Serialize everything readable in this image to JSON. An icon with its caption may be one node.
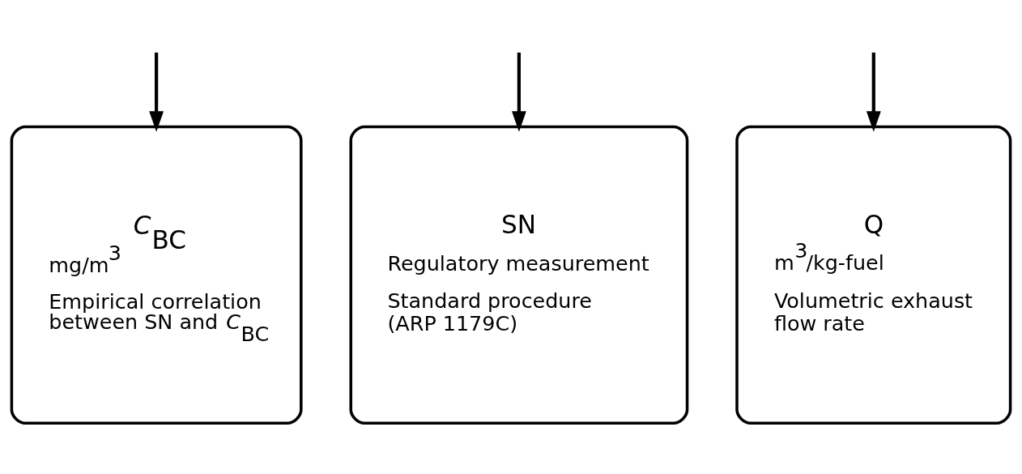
{
  "diagram": {
    "nodes": [
      {
        "text": [
          "*C*$_{BC}$",
          "mg/m$^{3}$",
          "Empirical correlation between SN and *C*$_{BC}$"
        ]
      },
      {
        "text": [
          "SN",
          "Regulatory measurement",
          "Standard procedure (ARP 1179C)"
        ]
      },
      {
        "text": [
          "Q",
          "m$^{3}$/kg-fuel",
          "Volumetric exhaust flow rate"
        ]
      }
    ],
    "edges": [
      {
        "from": null,
        "to": 0,
        "arrow": "to"
      },
      {
        "from": null,
        "to": 1,
        "arrow": "to"
      },
      {
        "from": null,
        "to": 2,
        "arrow": "to"
      }
    ]
  }
}
